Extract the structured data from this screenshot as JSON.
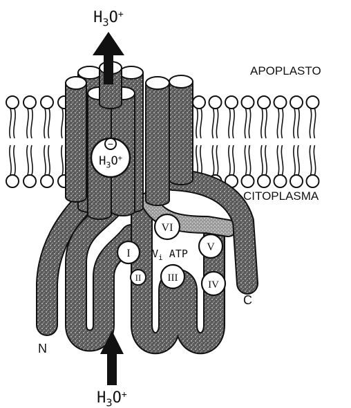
{
  "labels": {
    "h3o_top": "H3O+",
    "h3o_bottom": "H3O+",
    "h3o_pore": "H3O+",
    "pore_charge": "−",
    "apoplast": "APOPLASTO",
    "cytoplasm": "CITOPLASMA",
    "n_term": "N",
    "c_term": "C",
    "vi_atp": "Vi ATP",
    "domains": [
      "I",
      "II",
      "III",
      "IV",
      "V",
      "VI"
    ]
  },
  "colors": {
    "ink": "#111111",
    "helix_fill": "#6f6f6f",
    "lipid_fill": "#ffffff"
  },
  "icons": {
    "arrow_out": "up-arrow-icon",
    "arrow_in": "up-arrow-icon"
  }
}
